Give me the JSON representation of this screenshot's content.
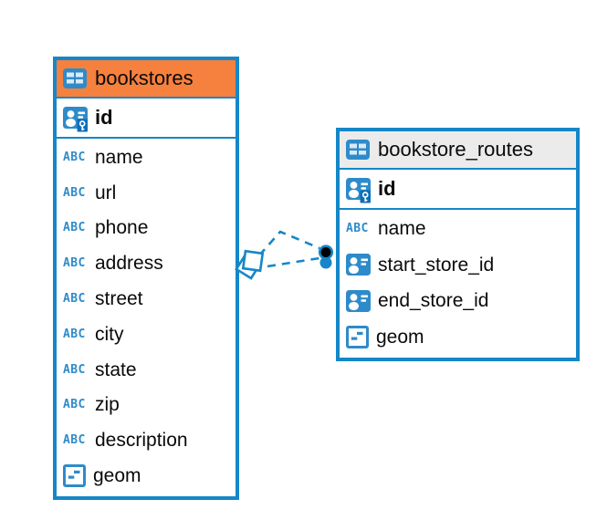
{
  "diagram": {
    "tables": [
      {
        "name": "bookstores",
        "selected": true,
        "pk": {
          "label": "id",
          "type": "primary-key"
        },
        "columns": [
          {
            "label": "name",
            "type": "text"
          },
          {
            "label": "url",
            "type": "text"
          },
          {
            "label": "phone",
            "type": "text"
          },
          {
            "label": "address",
            "type": "text"
          },
          {
            "label": "street",
            "type": "text"
          },
          {
            "label": "city",
            "type": "text"
          },
          {
            "label": "state",
            "type": "text"
          },
          {
            "label": "zip",
            "type": "text"
          },
          {
            "label": "description",
            "type": "text"
          },
          {
            "label": "geom",
            "type": "geometry"
          }
        ]
      },
      {
        "name": "bookstore_routes",
        "selected": false,
        "pk": {
          "label": "id",
          "type": "primary-key"
        },
        "columns": [
          {
            "label": "name",
            "type": "text"
          },
          {
            "label": "start_store_id",
            "type": "foreign-key"
          },
          {
            "label": "end_store_id",
            "type": "foreign-key"
          },
          {
            "label": "geom",
            "type": "geometry"
          }
        ]
      }
    ],
    "relationship": {
      "from_table": "bookstores",
      "to_table": "bookstore_routes",
      "style": "dashed",
      "line_count": 2
    },
    "icons": {
      "text_type_label": "ABC"
    },
    "colors": {
      "accent_blue": "#1587C8",
      "selected_header_orange": "#F6803E",
      "header_gray": "#EBEBEB",
      "relationship_endpoint_black": "#000000"
    }
  }
}
